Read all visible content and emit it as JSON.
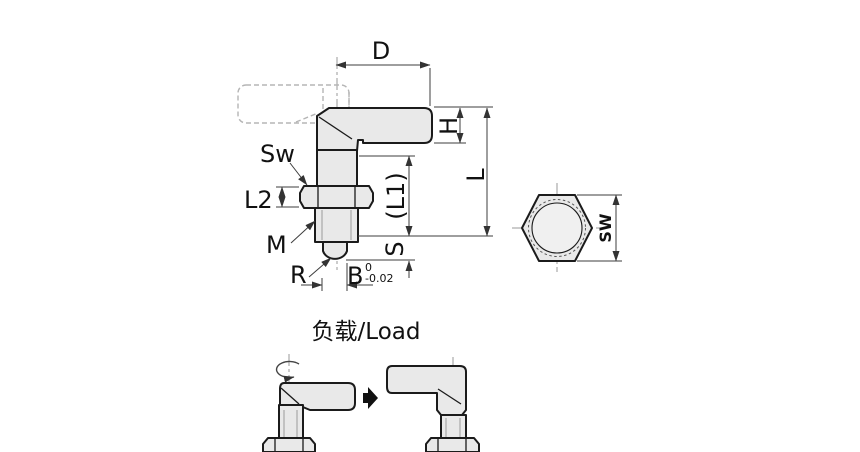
{
  "drawing": {
    "dimension_labels": {
      "d": "D",
      "h": "H",
      "l": "L",
      "l1": "(L1)",
      "s": "S",
      "sw_side": "Sw",
      "l2": "L2",
      "m": "M",
      "r": "R",
      "b": "B",
      "b_tol_upper": "0",
      "b_tol_lower": "-0.02"
    },
    "end_view": {
      "sw": "SW"
    }
  },
  "load_section": {
    "title": "负载/Load"
  },
  "colors": {
    "part_fill": "#e9e9e9",
    "outline": "#1b1b1b",
    "dimension": "#3c3c3c",
    "centerline": "#999999",
    "ghost": "#b5b5b5",
    "thread_line": "#9a9a9a",
    "arrow_fill": "#111111"
  }
}
